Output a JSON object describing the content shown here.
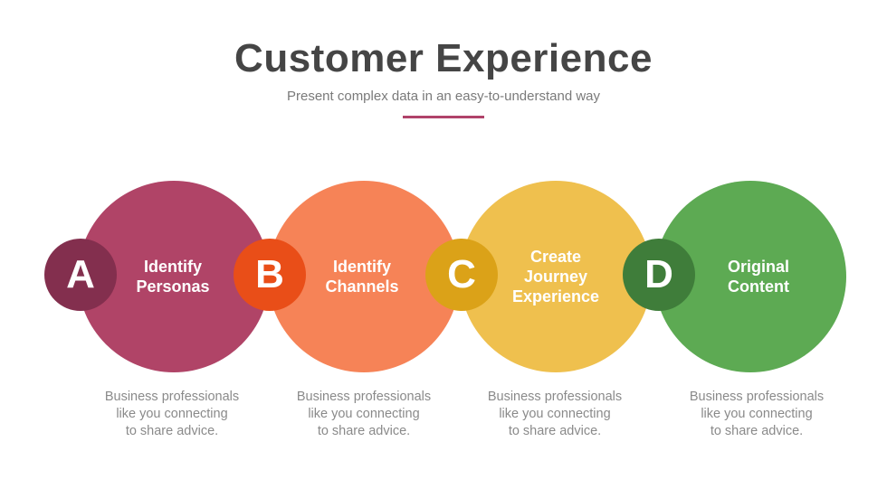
{
  "header": {
    "title": "Customer Experience",
    "subtitle": "Present complex data in an easy-to-understand way",
    "accent_color": "#b0436a"
  },
  "steps": [
    {
      "letter": "A",
      "label_lines": [
        "Identify",
        "Personas"
      ],
      "desc_lines": [
        "Business professionals",
        "like you connecting",
        "to share advice."
      ],
      "color": "#b04467",
      "badge_color": "#832f4e"
    },
    {
      "letter": "B",
      "label_lines": [
        "Identify",
        "Channels"
      ],
      "desc_lines": [
        "Business professionals",
        "like you connecting",
        "to share advice."
      ],
      "color": "#f68357",
      "badge_color": "#e94e18"
    },
    {
      "letter": "C",
      "label_lines": [
        "Create",
        "Journey",
        "Experience"
      ],
      "desc_lines": [
        "Business professionals",
        "like you connecting",
        "to share advice."
      ],
      "color": "#efc04e",
      "badge_color": "#dba218"
    },
    {
      "letter": "D",
      "label_lines": [
        "Original",
        "Content"
      ],
      "desc_lines": [
        "Business professionals",
        "like you connecting",
        "to share advice."
      ],
      "color": "#5daa53",
      "badge_color": "#3f7d3a"
    }
  ]
}
